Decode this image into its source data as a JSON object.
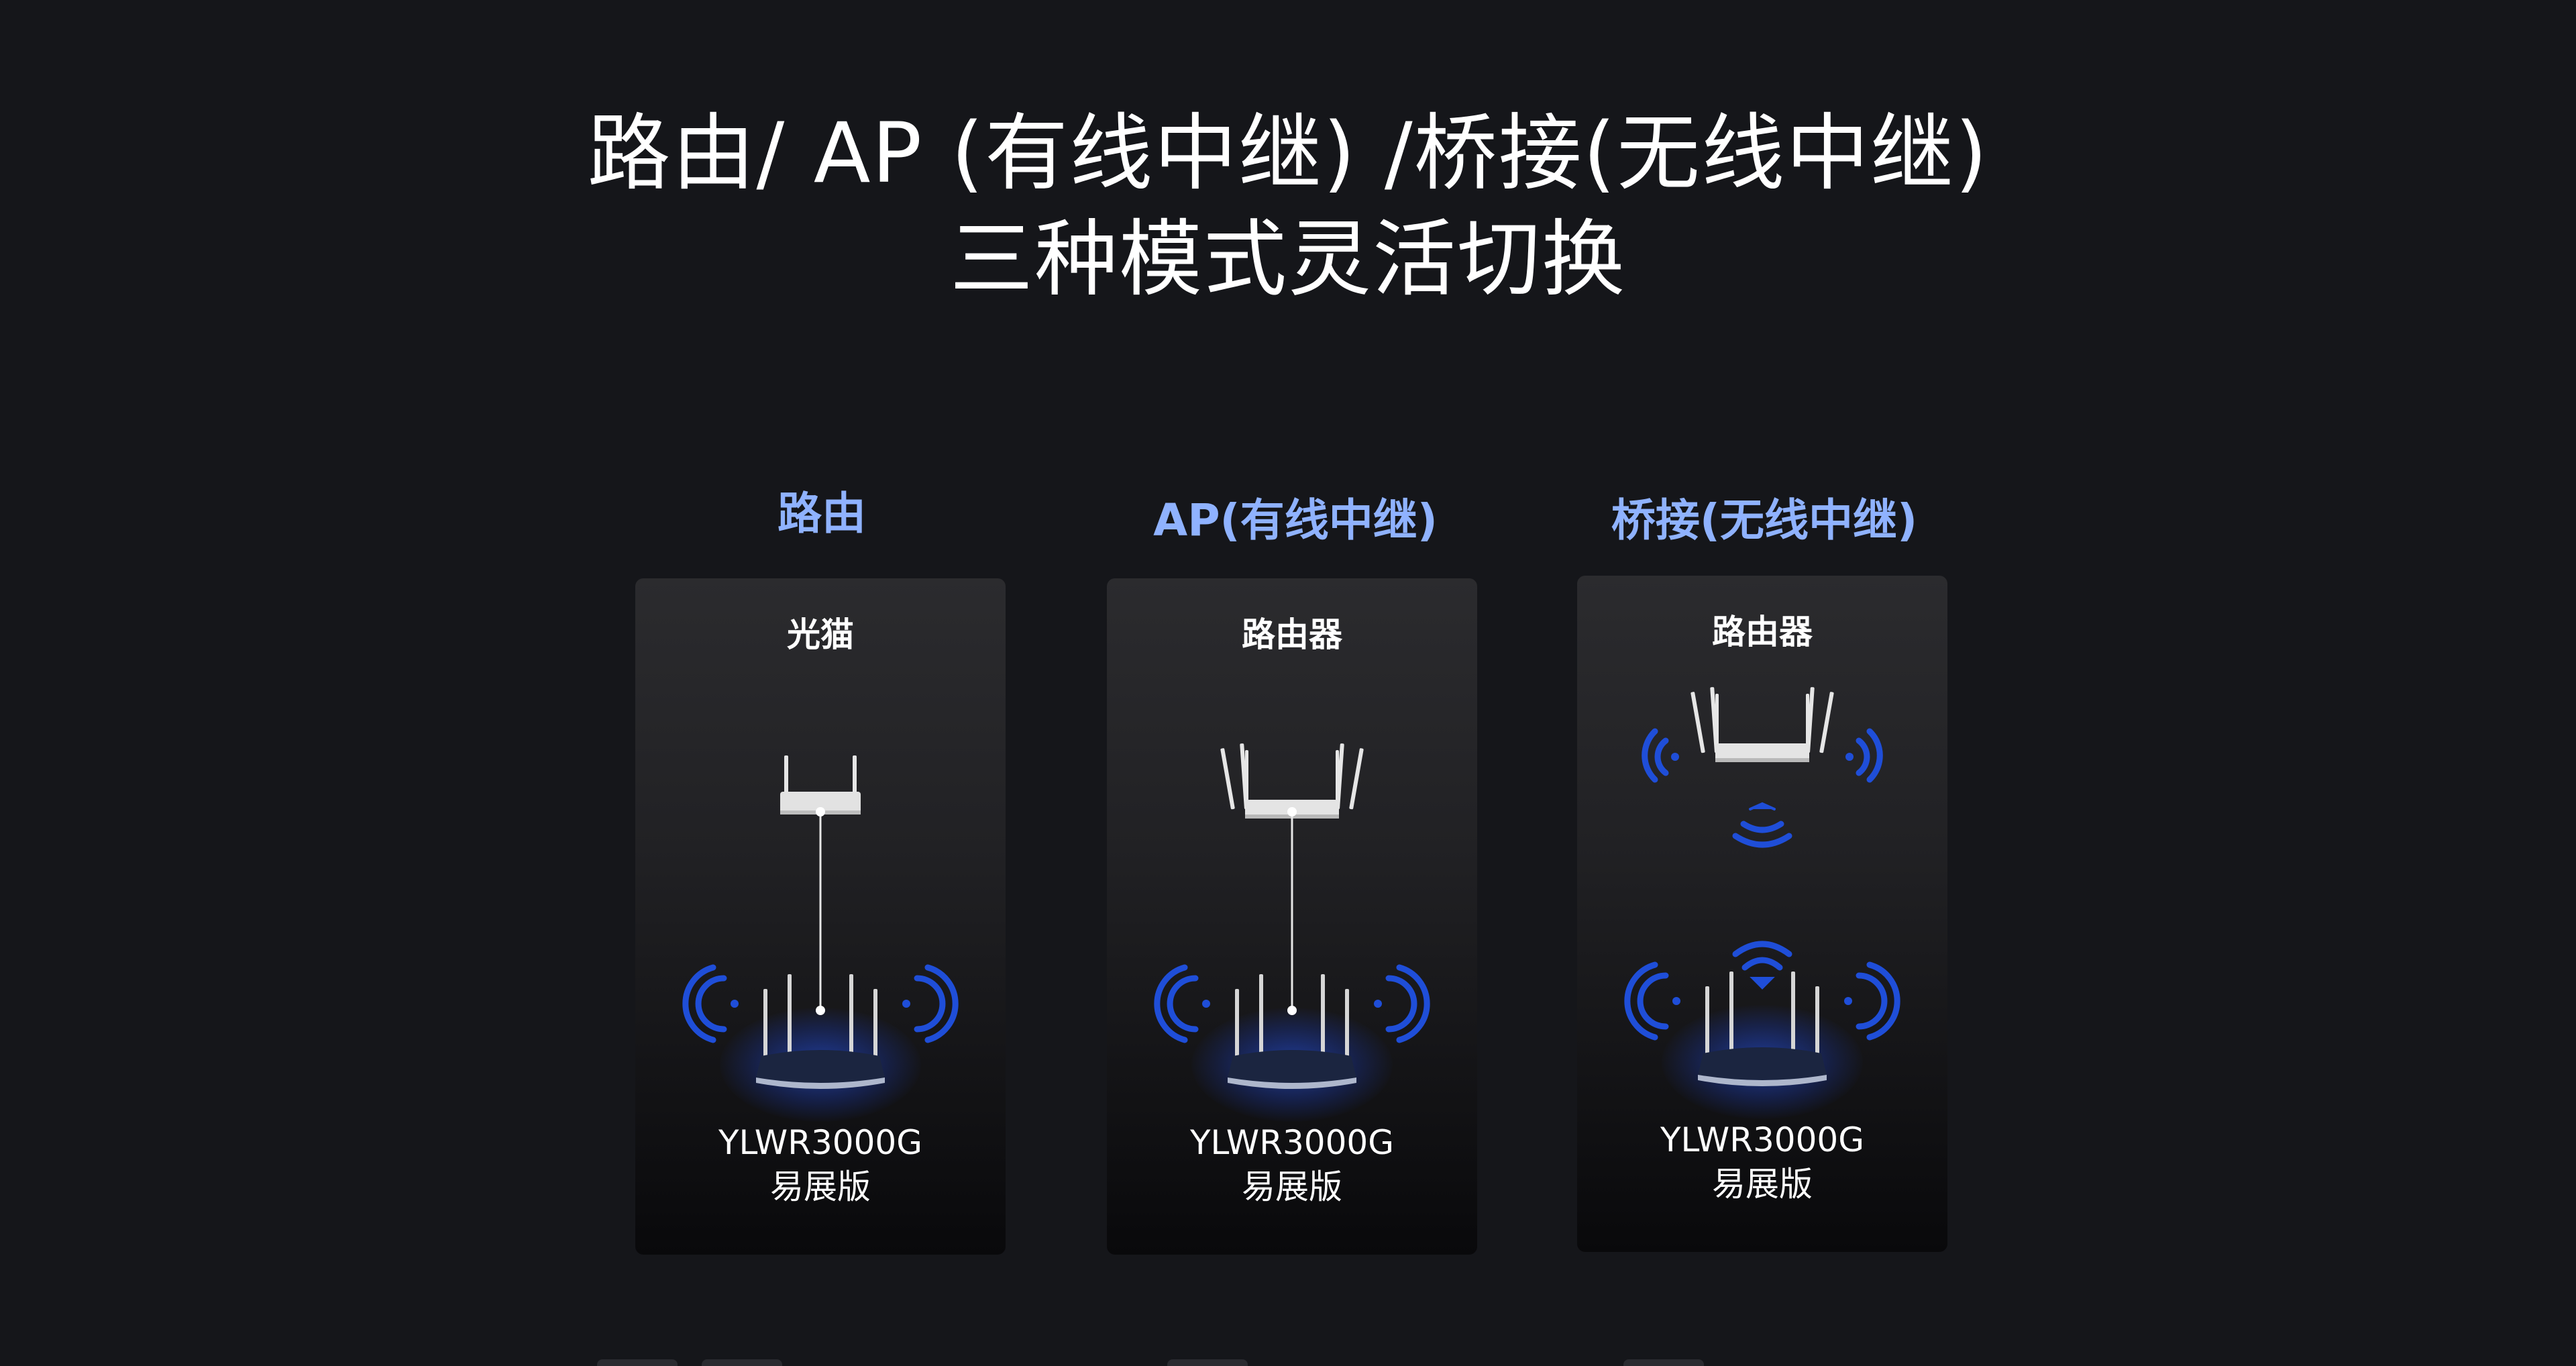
{
  "headline": {
    "line1": "路由/ AP (有线中继) /桥接(无线中继)",
    "line2": "三种模式灵活切换"
  },
  "colors": {
    "background": "#15161a",
    "accent_title": "#8fb2ff",
    "wifi_blue": "#1f4ed8"
  },
  "modes": [
    {
      "title": "路由",
      "top_device": "光猫",
      "top_icon": "modem-icon",
      "link": "wired",
      "product_name": "YLWR3000G",
      "product_edition": "易展版"
    },
    {
      "title": "AP(有线中继)",
      "top_device": "路由器",
      "top_icon": "router-icon",
      "link": "wired",
      "product_name": "YLWR3000G",
      "product_edition": "易展版"
    },
    {
      "title": "桥接(无线中继)",
      "top_device": "路由器",
      "top_icon": "router-icon",
      "link": "wireless",
      "product_name": "YLWR3000G",
      "product_edition": "易展版"
    }
  ]
}
